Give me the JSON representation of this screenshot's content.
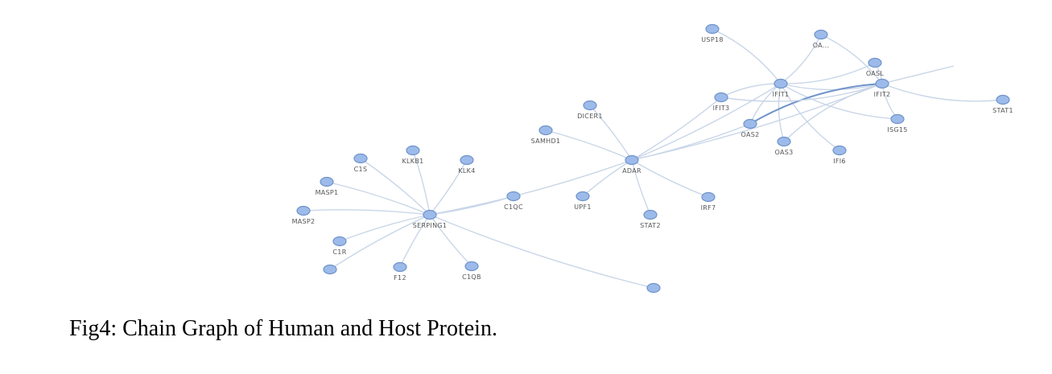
{
  "caption": "Fig4: Chain Graph of Human and Host Protein.",
  "graph": {
    "node_color": "#9dbbea",
    "edge_color": "#c9d6e8",
    "nodes": [
      {
        "id": "SERPING1",
        "label": "SERPING1"
      },
      {
        "id": "C1S",
        "label": "C1S"
      },
      {
        "id": "KLKB1",
        "label": "KLKB1"
      },
      {
        "id": "KLK4",
        "label": "KLK4"
      },
      {
        "id": "MASP1",
        "label": "MASP1"
      },
      {
        "id": "MASP2",
        "label": "MASP2"
      },
      {
        "id": "C1R",
        "label": "C1R"
      },
      {
        "id": "F12",
        "label": "F12"
      },
      {
        "id": "C1QB",
        "label": "C1QB"
      },
      {
        "id": "C1QC",
        "label": "C1QC"
      },
      {
        "id": "ADAR",
        "label": "ADAR"
      },
      {
        "id": "DICER1",
        "label": "DICER1"
      },
      {
        "id": "SAMHD1",
        "label": "SAMHD1"
      },
      {
        "id": "UPF1",
        "label": "UPF1"
      },
      {
        "id": "STAT2",
        "label": "STAT2"
      },
      {
        "id": "IRF7",
        "label": "IRF7"
      },
      {
        "id": "IFIT1",
        "label": "IFIT1"
      },
      {
        "id": "IFIT2",
        "label": "IFIT2"
      },
      {
        "id": "IFIT3",
        "label": "IFIT3"
      },
      {
        "id": "OAS2",
        "label": "OAS2"
      },
      {
        "id": "OAS3",
        "label": "OAS3"
      },
      {
        "id": "IFI6",
        "label": "IFI6"
      },
      {
        "id": "ISG15",
        "label": "ISG15"
      },
      {
        "id": "STAT1",
        "label": "STAT1"
      },
      {
        "id": "OASL",
        "label": "OASL"
      },
      {
        "id": "USP18",
        "label": "USP18"
      },
      {
        "id": "OAS1",
        "label": "OA..."
      },
      {
        "id": "EDGE1",
        "label": ""
      },
      {
        "id": "EDGE2",
        "label": ""
      }
    ],
    "edges": [
      [
        "SERPING1",
        "C1S"
      ],
      [
        "SERPING1",
        "KLKB1"
      ],
      [
        "SERPING1",
        "KLK4"
      ],
      [
        "SERPING1",
        "MASP1"
      ],
      [
        "SERPING1",
        "MASP2"
      ],
      [
        "SERPING1",
        "C1R"
      ],
      [
        "SERPING1",
        "F12"
      ],
      [
        "SERPING1",
        "C1QB"
      ],
      [
        "SERPING1",
        "C1QC"
      ],
      [
        "SERPING1",
        "ADAR"
      ],
      [
        "SERPING1",
        "EDGE1"
      ],
      [
        "SERPING1",
        "EDGE2"
      ],
      [
        "ADAR",
        "DICER1"
      ],
      [
        "ADAR",
        "SAMHD1"
      ],
      [
        "ADAR",
        "UPF1"
      ],
      [
        "ADAR",
        "STAT2"
      ],
      [
        "ADAR",
        "IRF7"
      ],
      [
        "ADAR",
        "IFIT1"
      ],
      [
        "ADAR",
        "IFIT3"
      ],
      [
        "ADAR",
        "IFIT2"
      ],
      [
        "ADAR",
        "OAS2"
      ],
      [
        "IFIT1",
        "IFIT3"
      ],
      [
        "IFIT1",
        "OAS2"
      ],
      [
        "IFIT1",
        "OAS3"
      ],
      [
        "IFIT1",
        "IFI6"
      ],
      [
        "IFIT1",
        "ISG15"
      ],
      [
        "IFIT1",
        "IFIT2"
      ],
      [
        "IFIT1",
        "USP18"
      ],
      [
        "IFIT1",
        "OASL"
      ],
      [
        "IFIT1",
        "OAS1"
      ],
      [
        "IFIT2",
        "STAT1"
      ],
      [
        "IFIT2",
        "OASL"
      ],
      [
        "IFIT2",
        "OAS1"
      ],
      [
        "IFIT2",
        "OAS2",
        "strong"
      ],
      [
        "IFIT2",
        "OAS3"
      ],
      [
        "IFIT2",
        "ISG15"
      ],
      [
        "IFIT3",
        "IFIT2"
      ]
    ]
  }
}
